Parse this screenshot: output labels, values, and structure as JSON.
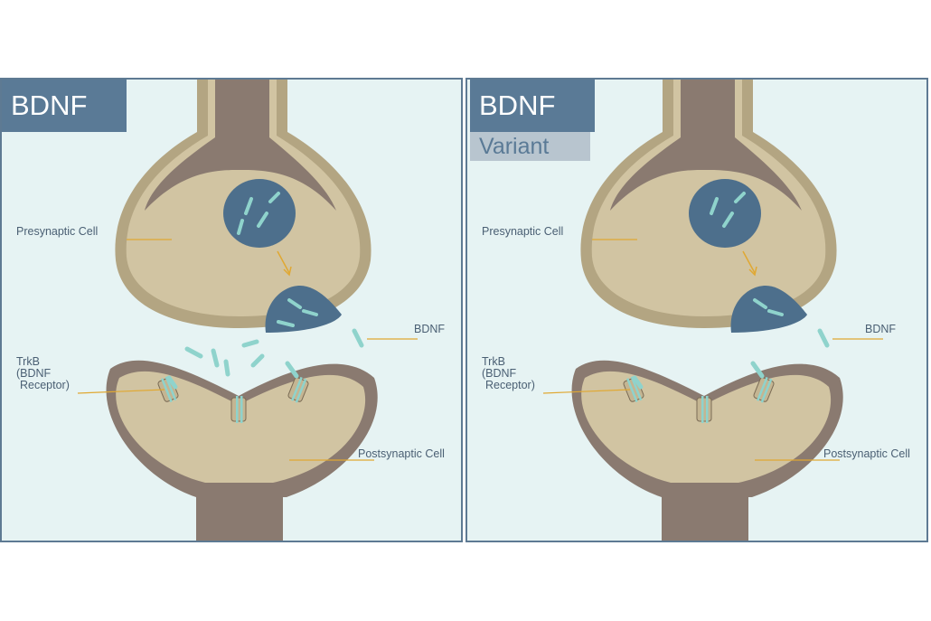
{
  "panels": [
    {
      "title": "BDNF",
      "subtitle": "",
      "labels": {
        "presynaptic": "Presynaptic Cell",
        "bdnf": "BDNF",
        "trkb_line1": "TrkB",
        "trkb_line2": "(BDNF",
        "trkb_line3": "Receptor)",
        "postsynaptic": "Postsynaptic Cell"
      }
    },
    {
      "title": "BDNF",
      "subtitle": "Variant",
      "labels": {
        "presynaptic": "Presynaptic Cell",
        "bdnf": "BDNF",
        "trkb_line1": "TrkB",
        "trkb_line2": "(BDNF",
        "trkb_line3": "Receptor)",
        "postsynaptic": "Postsynaptic Cell"
      }
    }
  ],
  "colors": {
    "background": "#e6f3f3",
    "border": "#5e7a93",
    "cell_fill": "#d1c4a2",
    "cell_membrane": "#b3a582",
    "axon": "#8a7a70",
    "vesicle": "#4d6f8c",
    "bdnf_molecule": "#8fd3cc",
    "pointer_line": "#e0a832"
  }
}
